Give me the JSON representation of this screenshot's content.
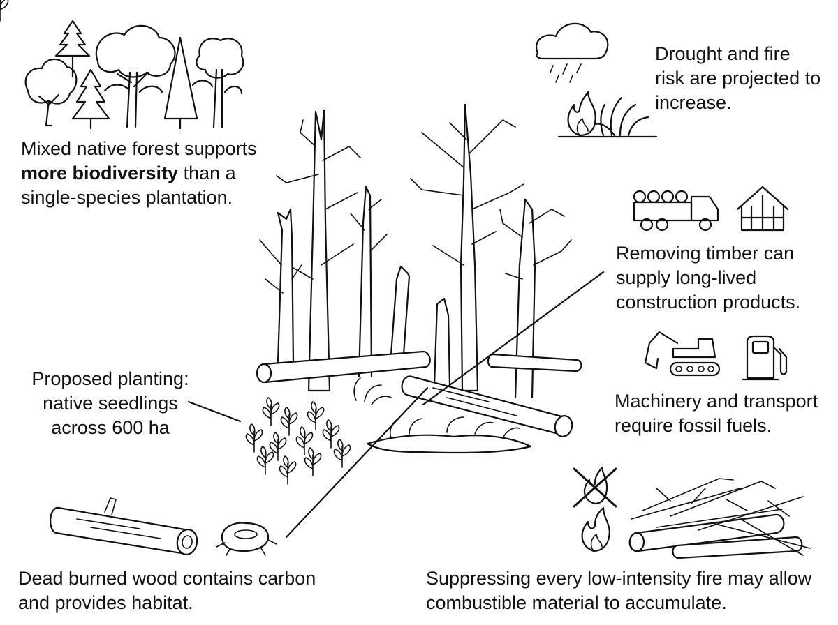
{
  "captions": {
    "forest": {
      "line1": "Mixed native forest supports",
      "line2_bold": "more biodiversity",
      "line2_rest": " than a",
      "line3": "single-species plantation."
    },
    "drought": {
      "line1": "Drought and fire",
      "line2": "risk are projected to",
      "line3": "increase."
    },
    "timber": {
      "line1": "Removing timber can",
      "line2": "supply long-lived",
      "line3": "construction products."
    },
    "machinery": {
      "line1": "Machinery and transport",
      "line2": "require fossil fuels."
    },
    "planting": {
      "line1": "Proposed planting:",
      "line2": "native seedlings",
      "line3": "across 600 ha"
    },
    "deadwood": {
      "line1": "Dead burned wood contains carbon",
      "line2": "and provides habitat."
    },
    "suppress": {
      "line1": "Suppressing every low-intensity fire may allow",
      "line2": "combustible material to accumulate."
    }
  },
  "icons": [
    "tree-icon",
    "rain-cloud-icon",
    "flame-icon",
    "log-truck-icon",
    "house-frame-icon",
    "excavator-icon",
    "fuel-pump-icon",
    "no-fire-icon",
    "seedling-icon",
    "nest-icon",
    "log-icon",
    "brush-pile-icon"
  ]
}
